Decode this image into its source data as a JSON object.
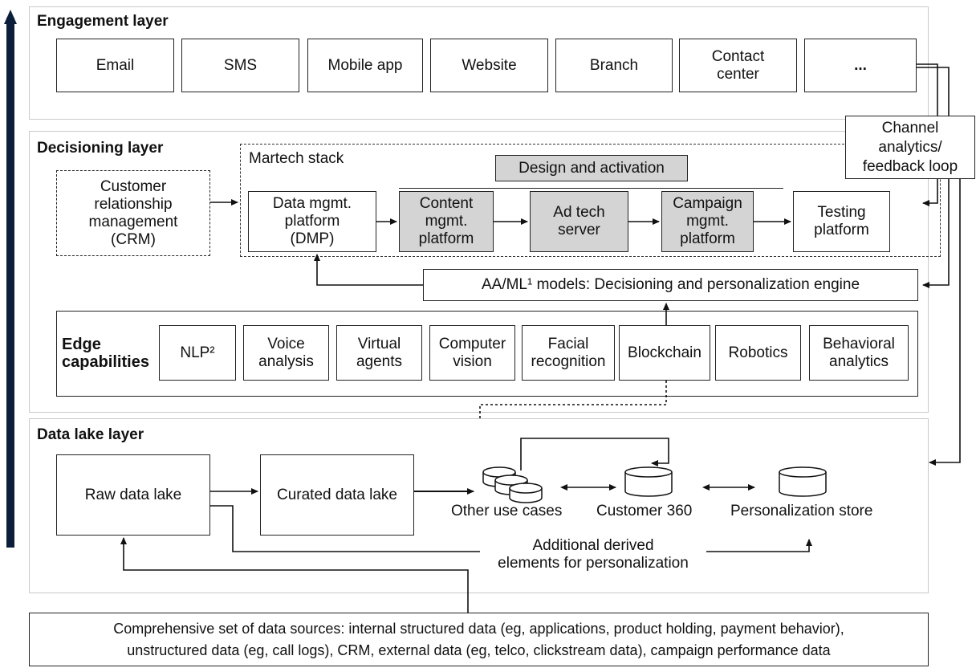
{
  "engagement": {
    "title": "Engagement layer",
    "channels": [
      "Email",
      "SMS",
      "Mobile app",
      "Website",
      "Branch",
      "Contact\ncenter",
      "..."
    ]
  },
  "feedback": {
    "label": "Channel\nanalytics/\nfeedback loop"
  },
  "decisioning": {
    "title": "Decisioning layer",
    "crm": "Customer\nrelationship\nmanagement\n(CRM)",
    "martech": {
      "title": "Martech stack",
      "design_activation": "Design and activation",
      "dmp": "Data mgmt.\nplatform\n(DMP)",
      "content": "Content\nmgmt.\nplatform",
      "adtech": "Ad tech\nserver",
      "campaign": "Campaign\nmgmt.\nplatform",
      "testing": "Testing\nplatform"
    },
    "aaml": "AA/ML¹ models: Decisioning and personalization engine",
    "edge": {
      "title": "Edge\ncapabilities",
      "items": [
        "NLP²",
        "Voice\nanalysis",
        "Virtual\nagents",
        "Computer\nvision",
        "Facial\nrecognition",
        "Blockchain",
        "Robotics",
        "Behavioral\nanalytics"
      ]
    }
  },
  "datalake": {
    "title": "Data lake layer",
    "raw": "Raw data lake",
    "curated": "Curated data lake",
    "other": "Other use cases",
    "c360": "Customer 360",
    "pstore": "Personalization store",
    "derived": "Additional derived\nelements for personalization"
  },
  "sources": {
    "text": "Comprehensive set of data sources: internal structured data (eg, applications, product holding, payment behavior),\nunstructured data (eg, call logs), CRM, external data (eg, telco, clickstream data), campaign performance data"
  }
}
